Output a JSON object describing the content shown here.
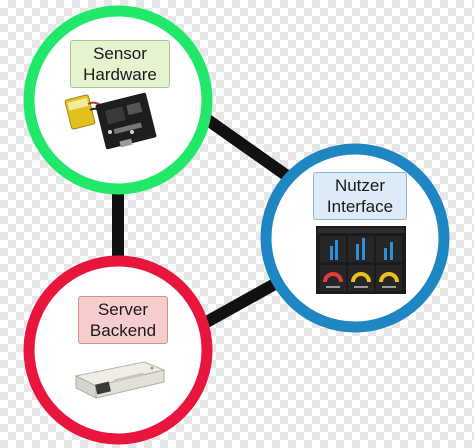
{
  "colors": {
    "background_checker": "#e6e6e6",
    "connector": "#111111",
    "sensor_ring": "#22e86a",
    "interface_ring": "#1f86c4",
    "server_ring": "#e8163c",
    "sensor_label_bg": "#e6f3cf",
    "interface_label_bg": "#dcebf7",
    "server_label_bg": "#f7cccc"
  },
  "nodes": {
    "sensor": {
      "line1": "Sensor",
      "line2": "Hardware",
      "icon": "sensor-board-icon"
    },
    "interface": {
      "line1": "Nutzer",
      "line2": "Interface",
      "icon": "dashboard-screenshot-icon"
    },
    "server": {
      "line1": "Server",
      "line2": "Backend",
      "icon": "server-box-icon"
    }
  },
  "connections": [
    {
      "from": "sensor",
      "to": "interface"
    },
    {
      "from": "sensor",
      "to": "server"
    },
    {
      "from": "server",
      "to": "interface"
    }
  ]
}
